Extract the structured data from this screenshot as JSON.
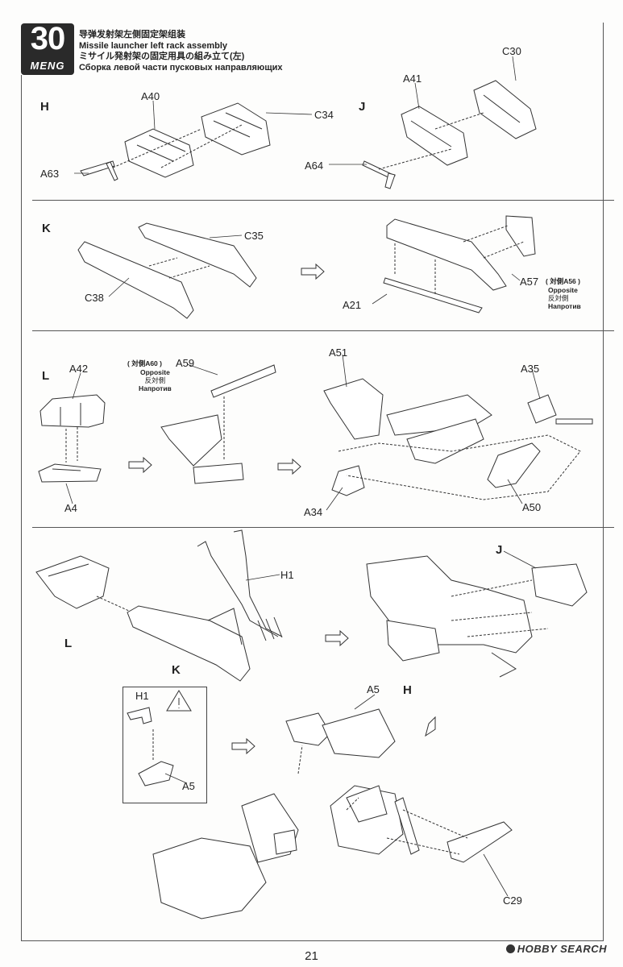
{
  "header": {
    "step_number": "30",
    "brand": "MENG",
    "title_cn": "导弹发射架左侧固定架组装",
    "title_en": "Missile launcher left rack assembly",
    "title_jp": "ミサイル発射架の固定用具の組み立て(左)",
    "title_ru": "Сборка левой части пусковых направляющих"
  },
  "sections": {
    "H": {
      "letter": "H",
      "parts": [
        "A40",
        "C34",
        "A63"
      ]
    },
    "J": {
      "letter": "J",
      "parts": [
        "C30",
        "A41",
        "A64"
      ]
    },
    "K": {
      "letter": "K",
      "parts": [
        "C35",
        "C38",
        "A21",
        "A57"
      ],
      "opposite_note": {
        "ref": "( 対側A56 )",
        "en": "Opposite",
        "jp": "反対側",
        "ru": "Напротив"
      }
    },
    "L": {
      "letter": "L",
      "parts": [
        "A42",
        "A4",
        "A59",
        "A51",
        "A35",
        "A34",
        "A50"
      ],
      "opposite_note": {
        "ref": "( 対側A60 )",
        "en": "Opposite",
        "jp": "反対側",
        "ru": "Напротив"
      }
    },
    "final": {
      "parts": [
        "H1",
        "L",
        "K",
        "J",
        "H",
        "A5",
        "C29"
      ],
      "inset": {
        "part_top": "H1",
        "part_bottom": "A5",
        "warning": "caution-icon"
      }
    }
  },
  "footer": {
    "page_number": "21",
    "watermark": "HOBBY SEARCH"
  }
}
